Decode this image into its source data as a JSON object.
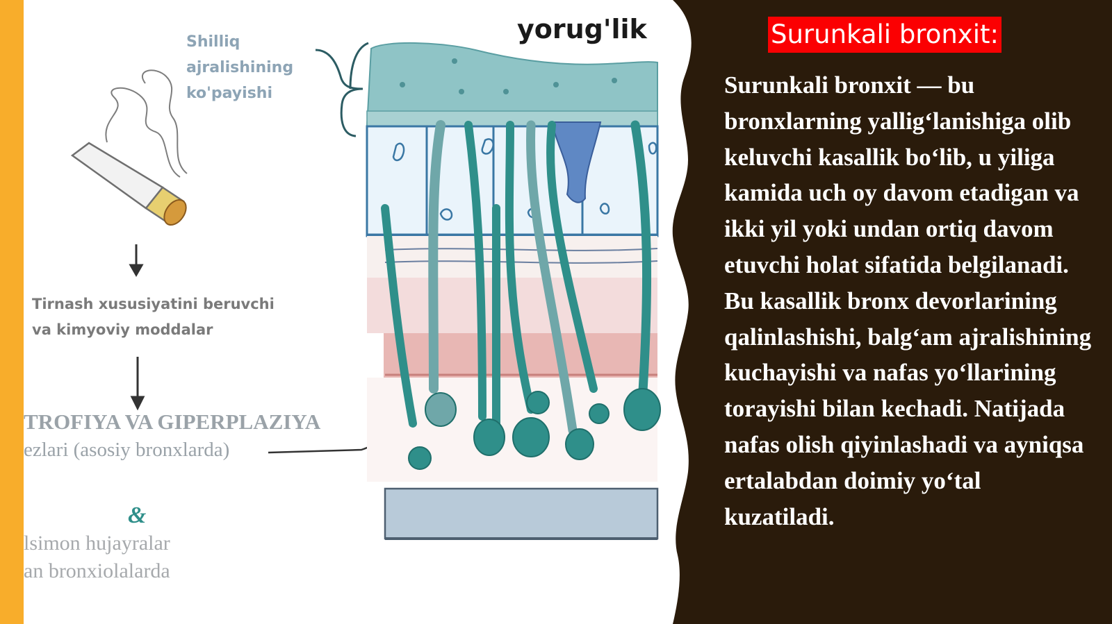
{
  "slide": {
    "title": "Surunkali bronxit:",
    "body": "Surunkali bronxit — bu bronxlarning yallig‘lanishiga olib keluvchi kasallik bo‘lib, u yiliga kamida uch oy davom etadigan va ikki yil yoki undan ortiq davom etuvchi holat sifatida belgilanadi. Bu kasallik bronx devorlarining qalinlashishi, balg‘am ajralishining kuchayishi va nafas yo‘llarining torayishi bilan kechadi. Natijada nafas olish qiyinlashadi va ayniqsa ertalabdan doimiy yo‘tal kuzatiladi."
  },
  "illustration": {
    "mucus_label": [
      "Shilliq",
      "ajralishining",
      "ko'payishi"
    ],
    "irritant_label": [
      "Tirnash xususiyatini beruvchi",
      "va kimyoviy moddalar"
    ],
    "lumen_label": "yorug'lik",
    "atrophy_heading": "TROFIYA VA GIPERPLAZIYA",
    "atrophy_sub": "ezlari (asosiy bronxlarda)",
    "ampersand": "&",
    "cells_label": [
      "lsimon hujayralar",
      "an bronxiolalarda"
    ]
  },
  "colors": {
    "accent_bar": "#f8ad2b",
    "dark_panel": "#2a1b0b",
    "title_bg": "#fb0002",
    "tissue_teal": "#2f8f8a",
    "mucus": "#8fc4c6"
  },
  "icons": [
    "cigarette-icon",
    "down-arrow-icon",
    "bracket-icon"
  ]
}
